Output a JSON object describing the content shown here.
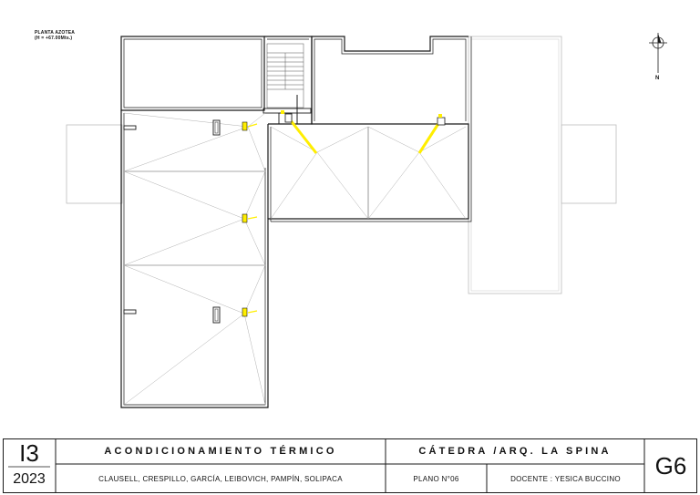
{
  "plan": {
    "title_line1": "PLANTA AZOTEA",
    "title_line2": "(H = +67.00Mts.)",
    "north_label": "N"
  },
  "title_block": {
    "code": "I3",
    "year": "2023",
    "subject": "ACONDICIONAMIENTO TÉRMICO",
    "chair": "CÁTEDRA /ARQ. LA SPINA",
    "authors": "CLAUSELL, CRESPILLO, GARCÍA, LEIBOVICH, PAMPÍN, SOLIPACA",
    "sheet": "PLANO N°06",
    "teacher": "DOCENTE : YESICA BUCCINO",
    "group": "G6"
  },
  "colors": {
    "lines": "#1a1a1a",
    "slope_lines": "#b0b0b0",
    "ducts": "#ffee00"
  }
}
